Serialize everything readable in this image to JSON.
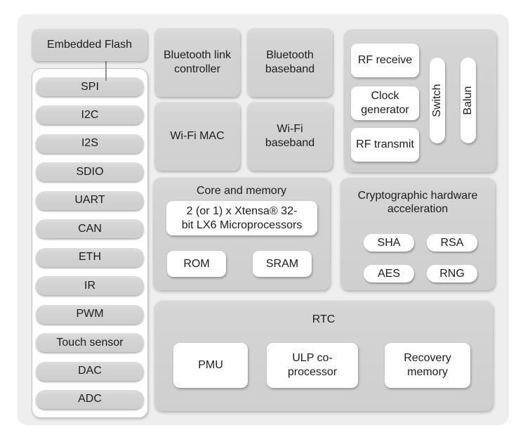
{
  "colors": {
    "page_bg": "#ffffff",
    "board_bg": "#eeeeee",
    "block_gray": "#d4d4d4",
    "block_white": "#ffffff",
    "text": "#1c1c1c"
  },
  "peripheral_panel": {
    "flash_label": "Embedded Flash",
    "items": [
      "SPI",
      "I2C",
      "I2S",
      "SDIO",
      "UART",
      "CAN",
      "ETH",
      "IR",
      "PWM",
      "Touch sensor",
      "DAC",
      "ADC"
    ]
  },
  "radio": {
    "bt_link_controller": "Bluetooth link controller",
    "bt_baseband": "Bluetooth baseband",
    "wifi_mac": "Wi-Fi MAC",
    "wifi_baseband": "Wi-Fi baseband"
  },
  "rf": {
    "receive": "RF receive",
    "clock_generator": "Clock generator",
    "transmit": "RF transmit",
    "switch": "Switch",
    "balun": "Balun"
  },
  "core": {
    "title": "Core and memory",
    "cpu_line1": "2 (or 1) x Xtensa® 32-",
    "cpu_line2": "bit LX6 Microprocessors",
    "rom": "ROM",
    "sram": "SRAM"
  },
  "crypto": {
    "title": "Cryptographic hardware acceleration",
    "items": [
      "SHA",
      "RSA",
      "AES",
      "RNG"
    ]
  },
  "rtc": {
    "title": "RTC",
    "pmu": "PMU",
    "ulp": "ULP co-processor",
    "recovery": "Recovery memory"
  }
}
